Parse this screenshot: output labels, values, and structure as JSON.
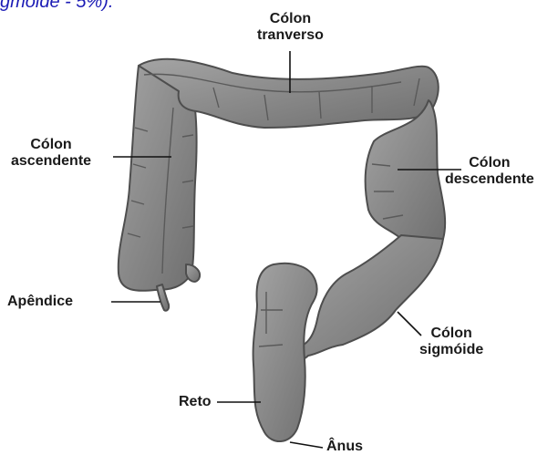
{
  "caption": {
    "text": "gmoide - 5%).",
    "color": "#1b1bb5"
  },
  "labels": {
    "colon_transverso": {
      "line1": "Cólon",
      "line2": "tranverso"
    },
    "colon_ascendente": {
      "line1": "Cólon",
      "line2": "ascendente"
    },
    "colon_descendente": {
      "line1": "Cólon",
      "line2": "descendente"
    },
    "apendice": "Apêndice",
    "colon_sigmoide": {
      "line1": "Cólon",
      "line2": "sigmóide"
    },
    "reto": "Reto",
    "anus": "Ânus"
  },
  "colors": {
    "organ": "#8c8c8c",
    "organ_dark": "#5c5c5c",
    "leader": "#111111"
  }
}
